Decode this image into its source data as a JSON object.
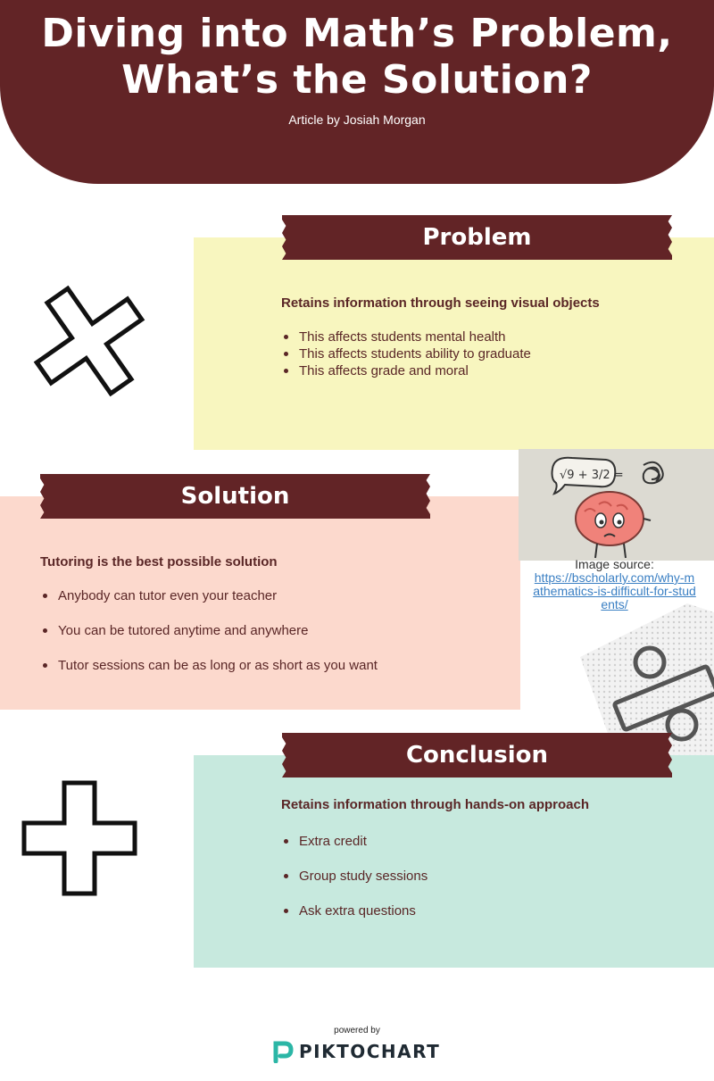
{
  "header": {
    "title_line1": "Diving into Math’s Problem,",
    "title_line2": "What’s the Solution?",
    "byline": "Article by Josiah Morgan"
  },
  "problem": {
    "banner": "Problem",
    "heading": "Retains information through seeing visual objects",
    "bullets": [
      "This affects students mental health",
      "This affects students ability to graduate",
      "This affects grade and moral"
    ]
  },
  "solution": {
    "banner": "Solution",
    "heading": "Tutoring is the best possible solution",
    "bullets": [
      "Anybody can tutor even your teacher",
      "You can be tutored anytime and anywhere",
      "Tutor sessions can be as long or as short as you want"
    ]
  },
  "conclusion": {
    "banner": "Conclusion",
    "heading": "Retains information through hands-on approach",
    "bullets": [
      "Extra credit",
      "Group study sessions",
      "Ask extra questions"
    ]
  },
  "image_credit": {
    "label": "Image source:",
    "link": "https://bscholarly.com/why-mathematics-is-difficult-for-students/",
    "equation_text": "√9 + 3/2 ="
  },
  "footer": {
    "powered_by": "powered by",
    "brand": "PIKTOCHART"
  },
  "icons": {
    "multiply": "multiply-icon",
    "plus": "plus-icon",
    "percent": "percent-icon",
    "brain": "brain-illustration",
    "logo": "piktochart-logo-icon"
  },
  "colors": {
    "maroon": "#622426",
    "problem_panel": "#f8f6bf",
    "solution_panel": "#fcd9cd",
    "conclusion_panel": "#c7e9de",
    "link": "#3a7fc3"
  }
}
